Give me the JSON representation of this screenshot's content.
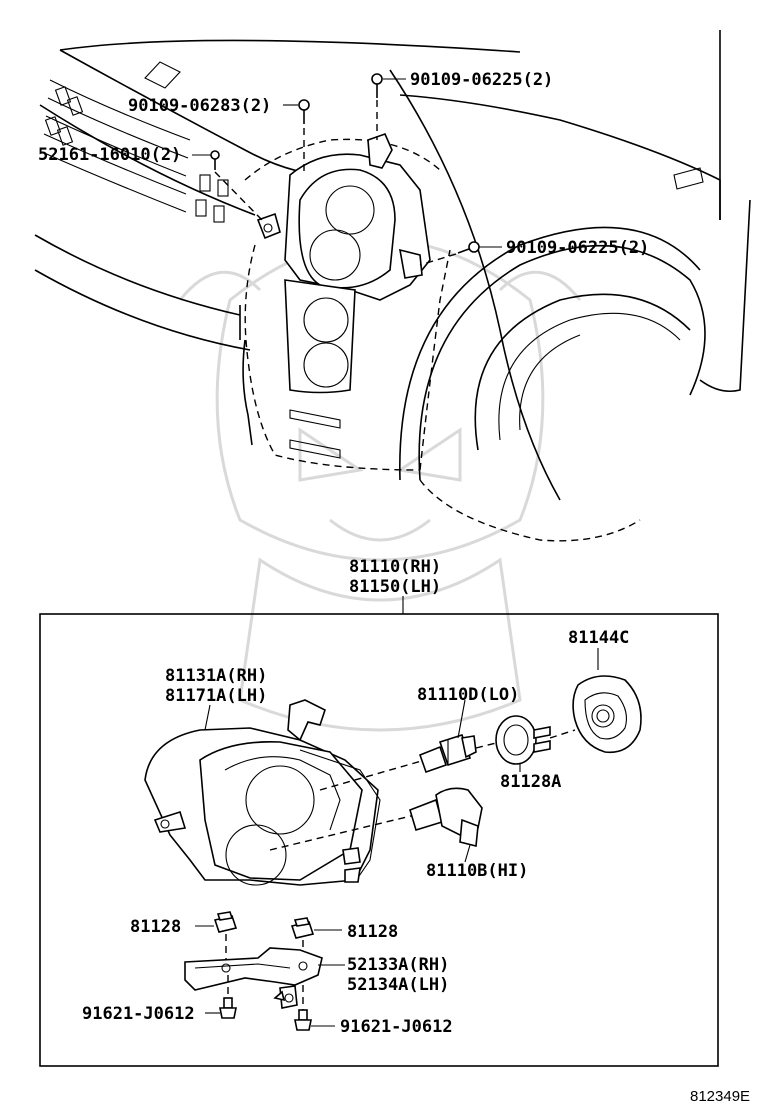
{
  "labels": {
    "bolt_upper": "90109-06225(2)",
    "bolt_left": "90109-06283(2)",
    "clip_left": "52161-16010(2)",
    "bolt_side": "90109-06225(2)",
    "assy_rh": "81110(RH)",
    "assy_lh": "81150(LH)",
    "housing_rh": "81131A(RH)",
    "housing_lh": "81171A(LH)",
    "bulb_lo": "81110D(LO)",
    "cover": "81144C",
    "socket": "81128A",
    "bulb_hi": "81110B(HI)",
    "nut_left": "81128",
    "nut_right": "81128",
    "bracket_rh": "52133A(RH)",
    "bracket_lh": "52134A(LH)",
    "screw_left": "91621-J0612",
    "screw_right": "91621-J0612"
  },
  "diagram_ref": "812349E",
  "watermark": "samurai-mask-watermark"
}
